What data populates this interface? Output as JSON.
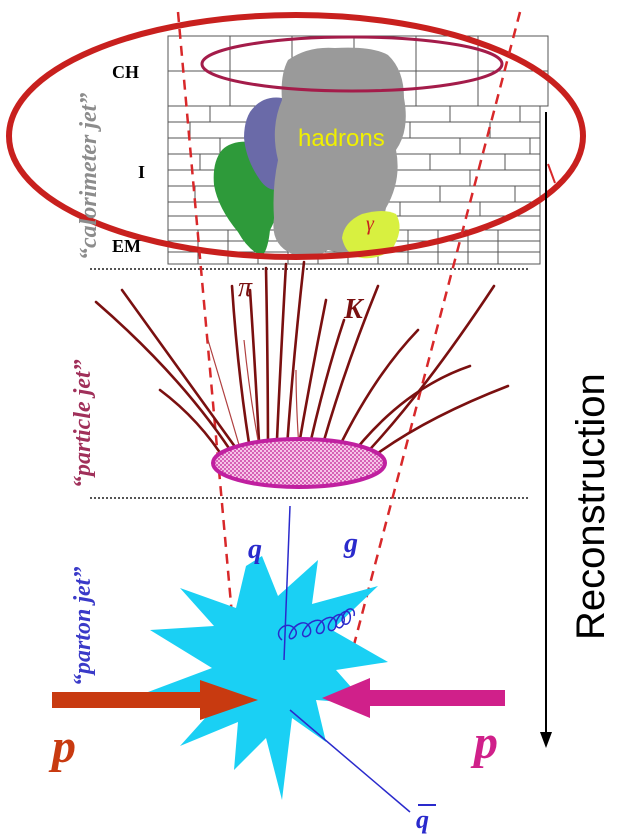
{
  "side_labels": {
    "calorimeter_jet": "“calorimeter jet”",
    "particle_jet": "“particle jet”",
    "parton_jet": "“parton jet”"
  },
  "layers": {
    "ch": "CH",
    "i": "I",
    "em": "EM"
  },
  "particles": {
    "hadrons": "hadrons",
    "gamma": "γ",
    "pi": "π",
    "k": "K",
    "q": "q",
    "g": "g",
    "qbar": "q",
    "p_left": "p",
    "p_right": "p"
  },
  "reconstruction": "Reconstruction",
  "colors": {
    "calorimeter_label": "#8c8c8c",
    "particle_label": "#a0305a",
    "parton_label": "#3a3ac8",
    "red_ellipse": "#c8201e",
    "hadron_blob": "#9a9a9a",
    "hadron_text": "#f0f000",
    "blue_blob": "#6a6aa8",
    "green_blob": "#2e9a3a",
    "yellow_blob": "#d8f040",
    "track": "#7a1010",
    "star": "#1ad0f4",
    "proton_left": "#c83a10",
    "proton_right": "#d0208a",
    "vertex_ellipse": "#c020a0",
    "quark_line": "#2a2acc"
  }
}
